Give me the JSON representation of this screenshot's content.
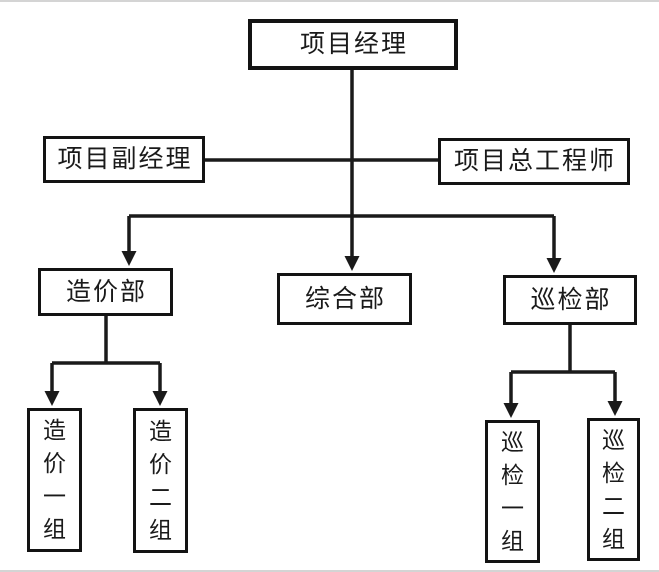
{
  "diagram": {
    "type": "org-chart",
    "nodes": {
      "project_manager": {
        "label": "项目经理"
      },
      "deputy_manager": {
        "label": "项目副经理"
      },
      "chief_engineer": {
        "label": "项目总工程师"
      },
      "cost_dept": {
        "label": "造价部"
      },
      "general_dept": {
        "label": "综合部"
      },
      "inspection_dept": {
        "label": "巡检部"
      },
      "cost_group_1": {
        "label": "造价一组"
      },
      "cost_group_2": {
        "label": "造价二组"
      },
      "inspection_group_1": {
        "label": "巡检一组"
      },
      "inspection_group_2": {
        "label": "巡检二组"
      }
    },
    "edges": [
      {
        "from": "project_manager",
        "to": "deputy_manager",
        "arrow": false
      },
      {
        "from": "project_manager",
        "to": "chief_engineer",
        "arrow": false
      },
      {
        "from": "project_manager",
        "to": "cost_dept",
        "arrow": true
      },
      {
        "from": "project_manager",
        "to": "general_dept",
        "arrow": true
      },
      {
        "from": "project_manager",
        "to": "inspection_dept",
        "arrow": true
      },
      {
        "from": "cost_dept",
        "to": "cost_group_1",
        "arrow": true
      },
      {
        "from": "cost_dept",
        "to": "cost_group_2",
        "arrow": true
      },
      {
        "from": "inspection_dept",
        "to": "inspection_group_1",
        "arrow": true
      },
      {
        "from": "inspection_dept",
        "to": "inspection_group_2",
        "arrow": true
      }
    ],
    "colors": {
      "line": "#1a1a1a",
      "box_border": "#131313",
      "box_fill": "#ffffff",
      "text": "#1a1a1a",
      "background": "#ffffff",
      "edge_artifact": "#d4d4d4"
    }
  }
}
